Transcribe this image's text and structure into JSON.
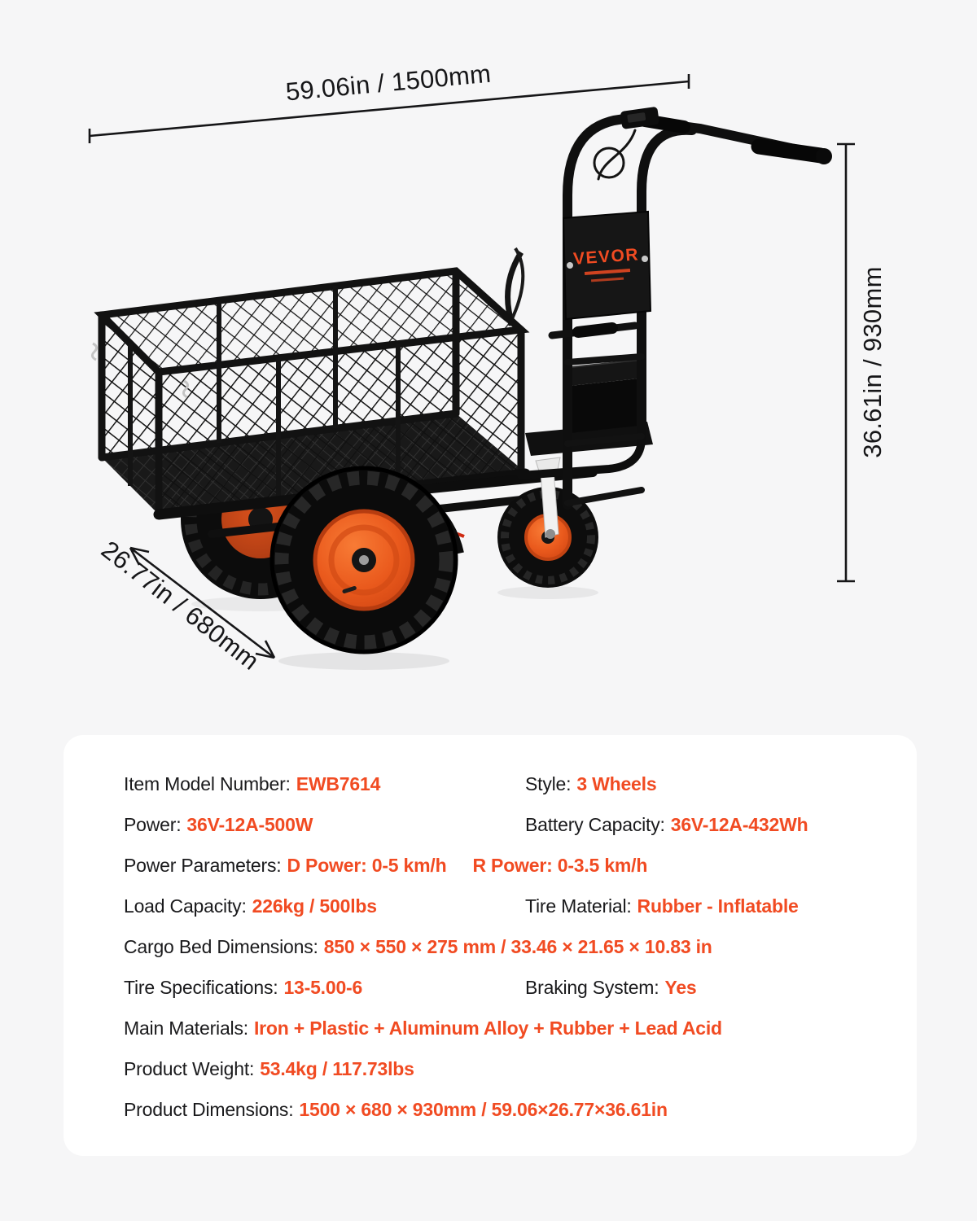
{
  "page": {
    "background": "#f6f6f7",
    "panel_background": "#ffffff",
    "accent_color": "#f14b22",
    "text_color": "#1a1a1c"
  },
  "brand": {
    "name": "VEVOR"
  },
  "dimensions": {
    "width_label": "59.06in / 1500mm",
    "depth_label": "26.77in / 680mm",
    "height_label": "36.61in / 930mm"
  },
  "specs": {
    "rows": [
      {
        "label": "Item Model Number:",
        "value": "EWB7614",
        "label2": "Style:",
        "value2": "3 Wheels"
      },
      {
        "label": "Power:",
        "value": "36V-12A-500W",
        "label2": "Battery Capacity:",
        "value2": "36V-12A-432Wh"
      },
      {
        "label": "Power Parameters:",
        "value": "D Power: 0-5 km/h",
        "value2": "R Power: 0-3.5 km/h"
      },
      {
        "label": "Load Capacity:",
        "value": "226kg / 500lbs",
        "label2": "Tire Material:",
        "value2": "Rubber - Inflatable"
      },
      {
        "label": "Cargo Bed Dimensions:",
        "value": "850 × 550 × 275 mm / 33.46 × 21.65 × 10.83 in"
      },
      {
        "label": "Tire Specifications:",
        "value": "13-5.00-6",
        "label2": "Braking System:",
        "value2": "Yes"
      },
      {
        "label": "Main Materials:",
        "value": "Iron + Plastic + Aluminum Alloy + Rubber + Lead Acid"
      },
      {
        "label": "Product Weight:",
        "value": "53.4kg / 117.73lbs"
      },
      {
        "label": "Product Dimensions:",
        "value": "1500 × 680 × 930mm / 59.06×26.77×36.61in"
      }
    ]
  }
}
